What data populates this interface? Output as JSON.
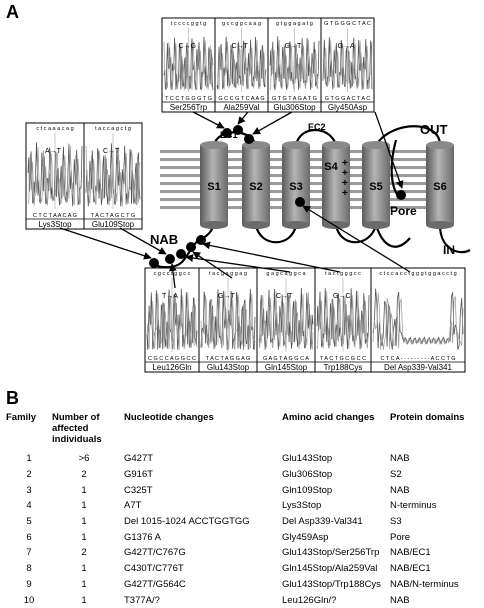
{
  "panel_a": {
    "letter": "A",
    "labels": {
      "out": "OUT",
      "in": "IN",
      "pore": "Pore",
      "nab": "NAB",
      "ec1": "EC1",
      "ec2": "EC2",
      "segments": [
        "S1",
        "S2",
        "S3",
        "S4",
        "S5",
        "S6"
      ],
      "s4_charges": "+\n+\n+\n+"
    },
    "top_traces": [
      {
        "seq": "t c c c c g g t g",
        "base": "C→G",
        "caption": "Ser256Trp",
        "bottom_seq": "T C C T G G G T G"
      },
      {
        "seq": "g c c g g c a a g",
        "base": "C→T",
        "caption": "Ala259Val",
        "bottom_seq": "G C C G T C A A G"
      },
      {
        "seq": "g t g g a g a t g",
        "base": "G→T",
        "caption": "Glu306Stop",
        "bottom_seq": "G T G T A G A T G"
      },
      {
        "seq": "G T G G G C T A C",
        "base": "G→A",
        "caption": "Gly450Asp",
        "bottom_seq": "G T G G A C T A C"
      }
    ],
    "left_traces": [
      {
        "seq": "c t c a a a c a g",
        "base": "A→T",
        "caption": "Lys3Stop",
        "bottom_seq": "C T C T A A C A G"
      },
      {
        "seq": "t a c c a g c t g",
        "base": "C→T",
        "caption": "Glu109Stop",
        "bottom_seq": "T A C T A G C T G"
      }
    ],
    "bottom_traces": [
      {
        "seq": "c g c c t g g c c",
        "base": "T→A",
        "caption": "Leu126Gln",
        "bottom_seq": "C G C C A G G C C"
      },
      {
        "seq": "t a c g a g g a g",
        "base": "G→T",
        "caption": "Glu143Stop",
        "bottom_seq": "T A C T A G G A G"
      },
      {
        "seq": "g a g c a g g c a",
        "base": "C→T",
        "caption": "Gln145Stop",
        "bottom_seq": "G A G T A G G C A"
      },
      {
        "seq": "t a c t g g g c c",
        "base": "G→C",
        "caption": "Trp188Cys",
        "bottom_seq": "T A C T G C G C C"
      },
      {
        "seq": "c t c c a c c t g g g t g g a c c t g",
        "base": "",
        "caption": "Del Asp339-Val341",
        "bottom_seq": "C T C A - - - - - - - - - A C C T G"
      }
    ]
  },
  "panel_b": {
    "letter": "B",
    "headers": {
      "family": "Family",
      "affected": "Number of affected individuals",
      "nucleotide": "Nucleotide changes",
      "amino_acid": "Amino acid changes",
      "domains": "Protein domains"
    },
    "rows": [
      {
        "family": "1",
        "affected": ">6",
        "nucleotide": "G427T",
        "amino_acid": "Glu143Stop",
        "domain": "NAB"
      },
      {
        "family": "2",
        "affected": "2",
        "nucleotide": "G916T",
        "amino_acid": "Glu306Stop",
        "domain": "S2"
      },
      {
        "family": "3",
        "affected": "1",
        "nucleotide": "C325T",
        "amino_acid": "Gln109Stop",
        "domain": "NAB"
      },
      {
        "family": "4",
        "affected": "1",
        "nucleotide": "A7T",
        "amino_acid": "Lys3Stop",
        "domain": "N-terminus"
      },
      {
        "family": "5",
        "affected": "1",
        "nucleotide": "Del 1015-1024 ACCTGGTGG",
        "amino_acid": "Del Asp339-Val341",
        "domain": "S3"
      },
      {
        "family": "6",
        "affected": "1",
        "nucleotide": "G1376 A",
        "amino_acid": "Gly459Asp",
        "domain": "Pore"
      },
      {
        "family": "7",
        "affected": "2",
        "nucleotide": "G427T/C767G",
        "amino_acid": "Glu143Stop/Ser256Trp",
        "domain": "NAB/EC1"
      },
      {
        "family": "8",
        "affected": "1",
        "nucleotide": "C430T/C776T",
        "amino_acid": "Gln145Stop/Ala259Val",
        "domain": "NAB/EC1"
      },
      {
        "family": "9",
        "affected": "1",
        "nucleotide": "G427T/G564C",
        "amino_acid": "Glu143Stop/Trp188Cys",
        "domain": "NAB/N-terminus"
      },
      {
        "family": "10",
        "affected": "1",
        "nucleotide": "T377A/?",
        "amino_acid": "Leu126Gln/?",
        "domain": "NAB"
      }
    ]
  }
}
